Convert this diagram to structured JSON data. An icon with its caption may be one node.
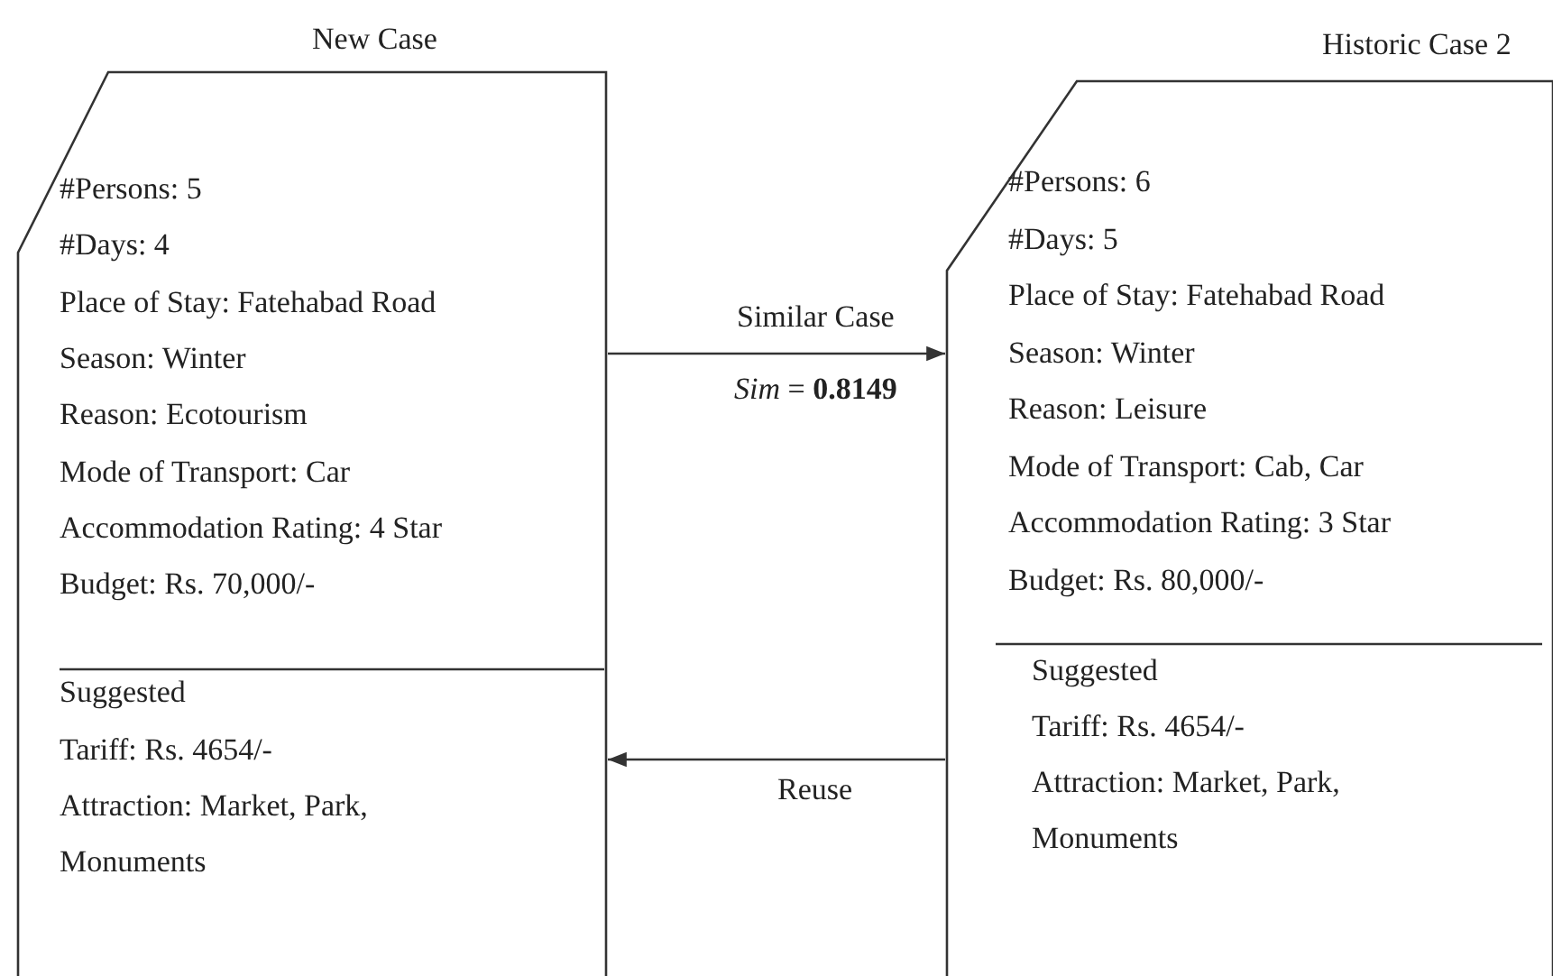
{
  "diagram": {
    "nodes": [
      {
        "text": [
          "New Case",
          "#Persons: 5",
          "#Days: 4",
          "Place of Stay: Fatehabad Road",
          "Season: Winter",
          "Reason: Ecotourism",
          "Mode of Transport: Car",
          "Accommodation Rating: 4 Star",
          "Budget: Rs. 70,000/-",
          "Suggested",
          "Tariff: Rs. 4654/-",
          "Attraction: Market, Park, Monuments"
        ]
      },
      {
        "text": [
          "Historic Case 2",
          "#Persons: 6",
          "#Days: 5",
          "Place of Stay: Fatehabad Road",
          "Season: Winter",
          "Reason: Leisure",
          "Mode of Transport: Cab, Car",
          "Accommodation Rating: 3 Star",
          "Budget: Rs. 80,000/-",
          "Suggested",
          "Tariff: Rs. 4654/-",
          "Attraction: Market, Park, Monuments"
        ]
      }
    ],
    "edges": [
      {
        "from": 0,
        "to": 1,
        "arrow": "to",
        "label": "Similar Case"
      },
      {
        "from": 1,
        "to": 0,
        "arrow": "to",
        "label": "Reuse"
      }
    ],
    "labels": [
      "*Sim* = **0.8149**"
    ]
  }
}
